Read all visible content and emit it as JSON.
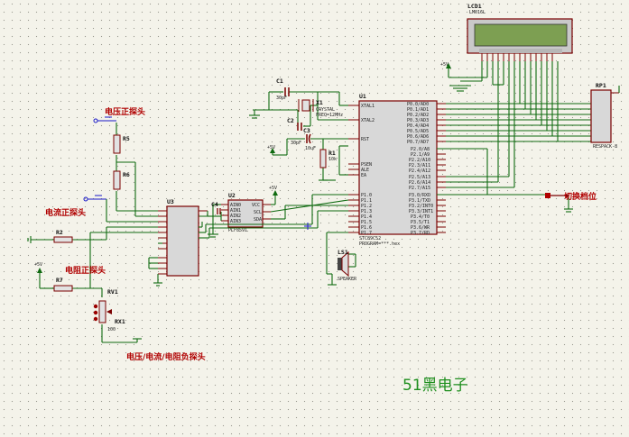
{
  "labels": {
    "lcd": "LCD1",
    "lcd_model": "LM016L",
    "rp1": "RP1",
    "rp1_val": "RESPACK-8",
    "u1": "U1",
    "u1_model": "STC89C52",
    "u1_prog": "PROGRAM=***.hex",
    "u2": "U2",
    "u2_model": "PCF8591",
    "u3": "U3",
    "c1": "C1",
    "c1_val": "30pF",
    "c2": "C2",
    "c2_val": "30pF",
    "c3": "C3",
    "c3_val": "10uF",
    "x1": "X1",
    "x1_model": "CRYSTAL",
    "x1_freq": "FREQ=12MHz",
    "r1": "R1",
    "r1_val": "10k",
    "r2": "R2",
    "r5": "R5",
    "r6": "R6",
    "r7": "R7",
    "rv1": "RV1",
    "rx1": "RX1",
    "rx1_val": "100",
    "ls1": "LS1",
    "ls1_model": "SPEAKER",
    "c4": "C4",
    "vcc": "+5V"
  },
  "annotations": {
    "voltage_probe": "电压正探头",
    "current_probe": "电流正探头",
    "resistance_probe": "电阻正探头",
    "negative_probe": "电压/电流/电阻负探头",
    "switch_gear": "切换档位",
    "brand": "51黑电子"
  },
  "mcu_pins_left": [
    "XTAL1",
    "XTAL2",
    "RST",
    "PSEN",
    "ALE",
    "EA",
    "P1.0",
    "P1.1",
    "P1.2",
    "P1.3",
    "P1.4",
    "P1.5",
    "P1.6",
    "P1.7"
  ],
  "mcu_pins_right": [
    "P0.0/AD0",
    "P0.1/AD1",
    "P0.2/AD2",
    "P0.3/AD3",
    "P0.4/AD4",
    "P0.5/AD5",
    "P0.6/AD6",
    "P0.7/AD7",
    "P2.0/A8",
    "P2.1/A9",
    "P2.2/A10",
    "P2.3/A11",
    "P2.4/A12",
    "P2.5/A13",
    "P2.6/A14",
    "P2.7/A15",
    "P3.0/RXD",
    "P3.1/TXD",
    "P3.2/INT0",
    "P3.3/INT1",
    "P3.4/T0",
    "P3.5/T1",
    "P3.6/WR",
    "P3.7/RD"
  ],
  "adc_pins_left": [
    "AIN0",
    "AIN1",
    "AIN2",
    "AIN3"
  ],
  "adc_pins_right": [
    "VCC",
    "SCL",
    "SDA"
  ],
  "colors": {
    "wire": "#0f6a10",
    "component": "#7a0000",
    "annotation": "#b00000",
    "brand": "#1e8f1e",
    "lcd_screen": "#7d9f52"
  }
}
